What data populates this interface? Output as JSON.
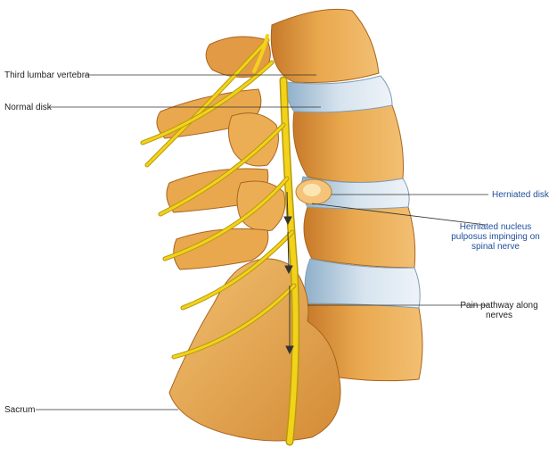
{
  "labels": {
    "third_lumbar_vertebra": "Third lumbar vertebra",
    "normal_disk": "Normal disk",
    "herniated_disk": "Herniated disk",
    "herniated_nucleus": [
      "Herniated nucleus",
      "pulposus impinging on",
      "spinal nerve"
    ],
    "pain_pathway": [
      "Pain pathway along",
      "nerves"
    ],
    "sacrum": "Sacrum"
  },
  "colors": {
    "bone": "#e9a84e",
    "bone_shadow": "#c77a2a",
    "bone_light": "#f6cf85",
    "disk": "#b9cfe0",
    "disk_light": "#e6eef5",
    "nerve": "#f2d21b",
    "nerve_dark": "#b89a0a",
    "herniation": "#f5c37a",
    "accent_blue": "#1f4e9a",
    "leader_line": "#333333"
  }
}
